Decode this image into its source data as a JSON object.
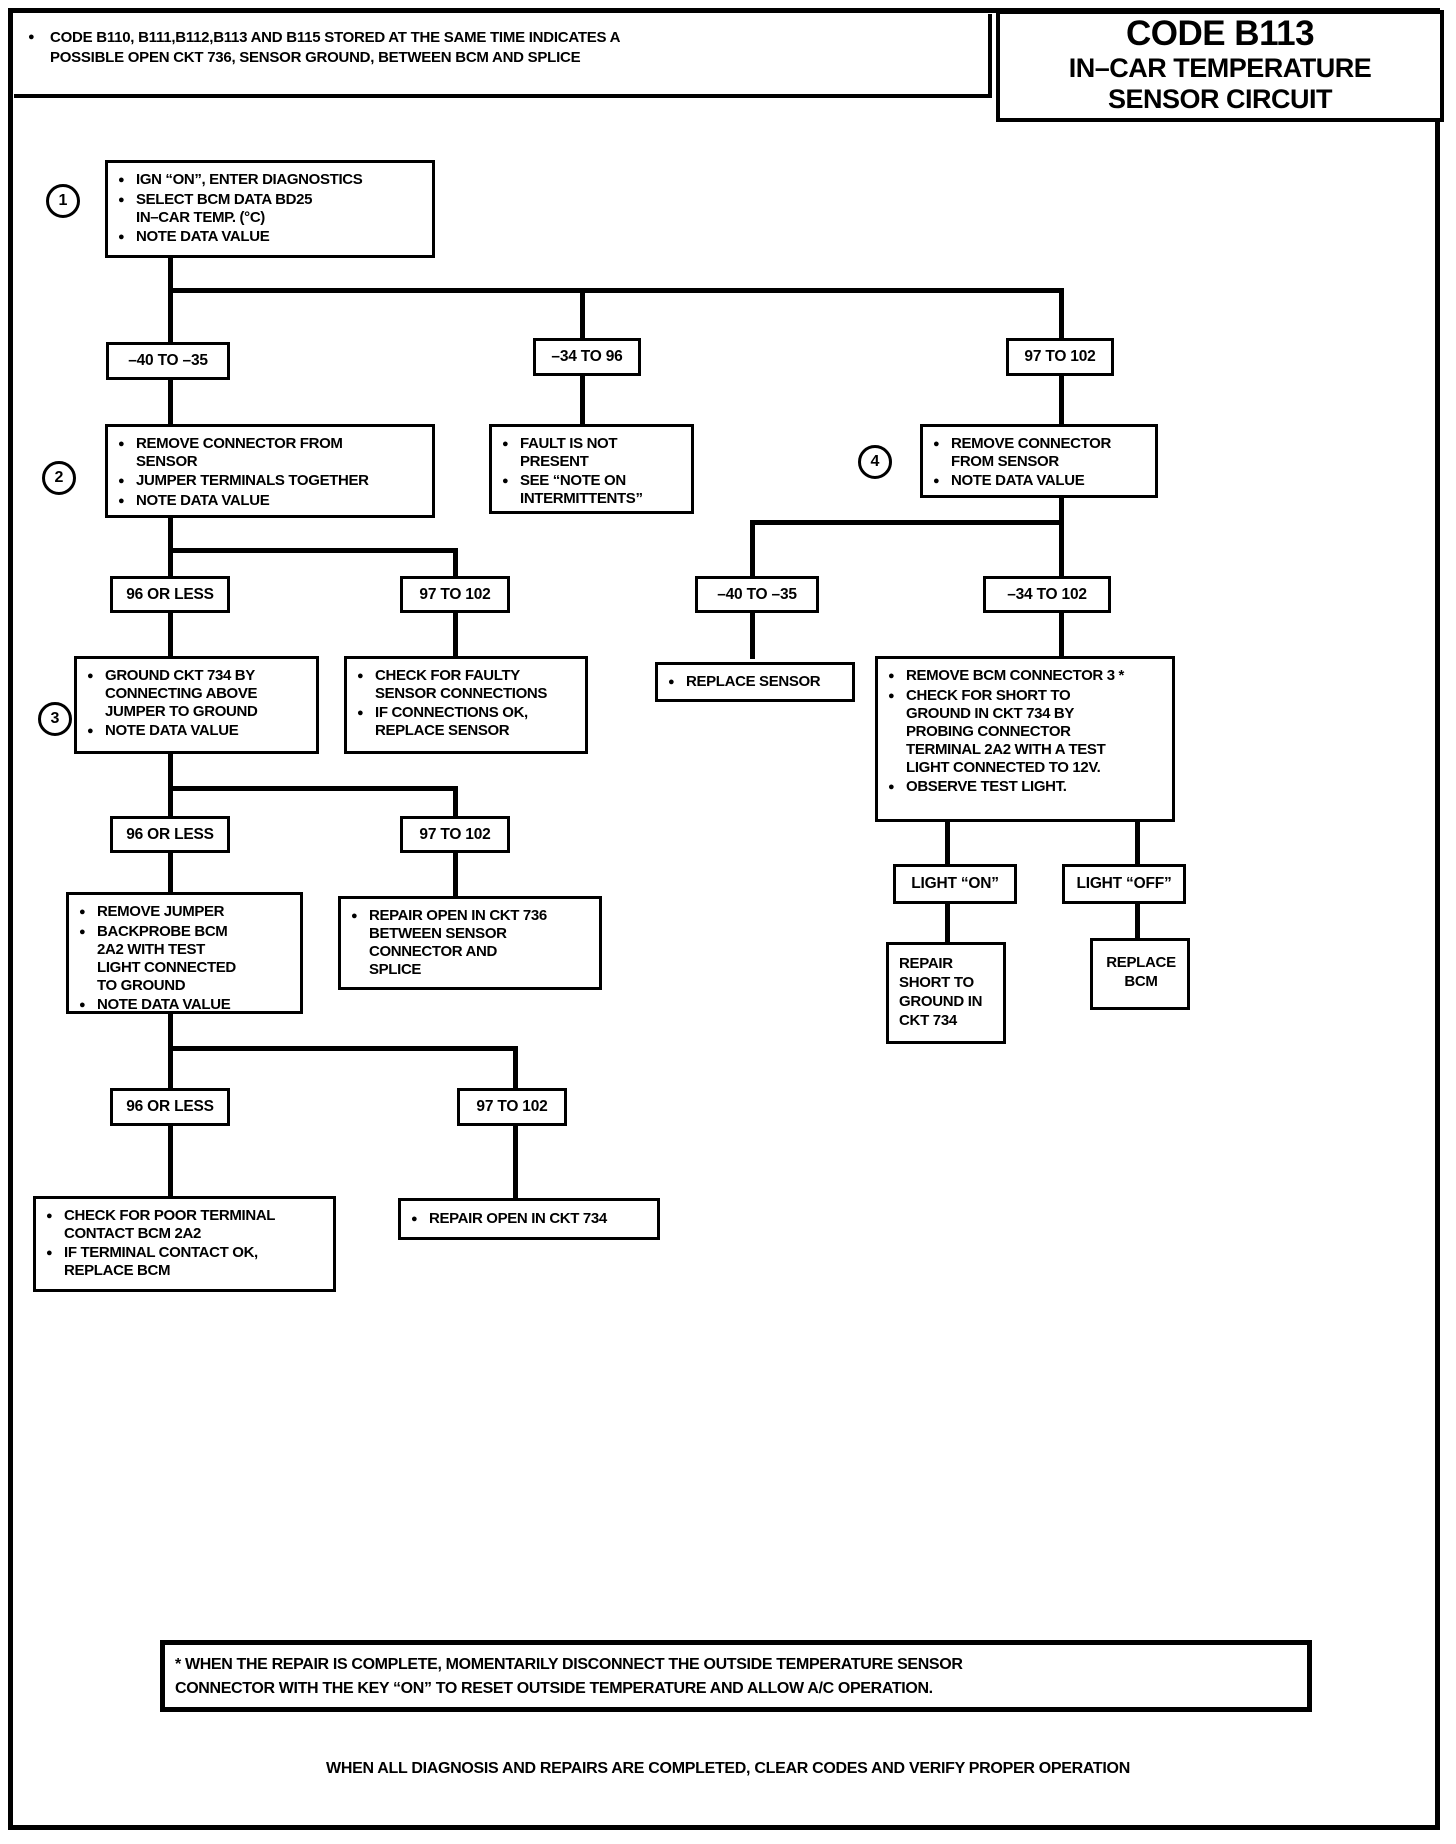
{
  "title": {
    "line1": "CODE B113",
    "line2": "IN–CAR TEMPERATURE",
    "line3": "SENSOR CIRCUIT"
  },
  "top_note": "CODE B110, B111,B112,B113 AND B115 STORED AT THE SAME TIME INDICATES A\nPOSSIBLE OPEN CKT 736, SENSOR GROUND, BETWEEN BCM AND SPLICE",
  "steps": {
    "one": "1",
    "two": "2",
    "three": "3",
    "four": "4"
  },
  "boxes": {
    "step1": [
      "IGN “ON”, ENTER DIAGNOSTICS",
      "SELECT BCM DATA BD25\nIN–CAR TEMP. (°C)",
      "NOTE DATA VALUE"
    ],
    "step2": [
      "REMOVE CONNECTOR FROM\nSENSOR",
      "JUMPER TERMINALS TOGETHER",
      "NOTE DATA VALUE"
    ],
    "fault_not_present": [
      "FAULT IS NOT\nPRESENT",
      "SEE “NOTE ON\nINTERMITTENTS”"
    ],
    "step4": [
      "REMOVE CONNECTOR\nFROM SENSOR",
      "NOTE DATA VALUE"
    ],
    "step3": [
      "GROUND CKT 734 BY\nCONNECTING ABOVE\nJUMPER TO GROUND",
      "NOTE DATA VALUE"
    ],
    "check_faulty": [
      "CHECK FOR FAULTY\nSENSOR CONNECTIONS",
      "IF CONNECTIONS OK,\nREPLACE SENSOR"
    ],
    "replace_sensor": [
      "REPLACE SENSOR"
    ],
    "remove_bcm3": [
      "REMOVE BCM CONNECTOR 3 *",
      "CHECK FOR SHORT TO\nGROUND IN CKT 734 BY\nPROBING CONNECTOR\nTERMINAL 2A2 WITH A TEST\nLIGHT CONNECTED TO 12V.",
      "OBSERVE TEST LIGHT."
    ],
    "remove_jumper": [
      "REMOVE JUMPER",
      "BACKPROBE BCM\n2A2 WITH TEST\nLIGHT CONNECTED\nTO GROUND",
      "NOTE DATA VALUE"
    ],
    "repair_736": [
      "REPAIR OPEN IN CKT 736\nBETWEEN SENSOR\nCONNECTOR AND\nSPLICE"
    ],
    "check_poor_terminal": [
      "CHECK FOR POOR TERMINAL\nCONTACT BCM 2A2",
      "IF TERMINAL CONTACT OK,\nREPLACE BCM"
    ],
    "repair_734": [
      "REPAIR OPEN IN CKT 734"
    ],
    "repair_short": "REPAIR\nSHORT TO\nGROUND IN\nCKT 734",
    "replace_bcm": "REPLACE\nBCM"
  },
  "labels": {
    "l1_low": "–40 TO  –35",
    "l1_mid": "–34 TO 96",
    "l1_high": "97 TO 102",
    "l2_low": "96 OR LESS",
    "l2_high": "97 TO 102",
    "l3_low": "96 OR LESS",
    "l3_high": "97 TO 102",
    "l4_low": "96 OR LESS",
    "l4_high": "97 TO 102",
    "r4_low": "–40 TO  –35",
    "r4_high": "–34 TO 102",
    "light_on": "LIGHT “ON”",
    "light_off": "LIGHT “OFF”"
  },
  "footer": {
    "note": "*   WHEN THE REPAIR IS COMPLETE, MOMENTARILY DISCONNECT THE OUTSIDE TEMPERATURE SENSOR\nCONNECTOR WITH THE KEY “ON” TO RESET OUTSIDE TEMPERATURE AND ALLOW A/C OPERATION.",
    "final": "WHEN ALL DIAGNOSIS AND REPAIRS ARE COMPLETED, CLEAR CODES AND VERIFY PROPER OPERATION"
  }
}
